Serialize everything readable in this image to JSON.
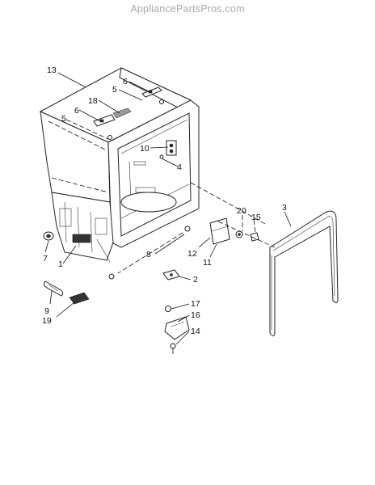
{
  "watermark": "AppliancePartsPros.com",
  "callouts": [
    {
      "id": "13",
      "text": "13"
    },
    {
      "id": "6a",
      "text": "6"
    },
    {
      "id": "5a",
      "text": "5"
    },
    {
      "id": "18",
      "text": "18"
    },
    {
      "id": "6b",
      "text": "6"
    },
    {
      "id": "5b",
      "text": "5"
    },
    {
      "id": "10",
      "text": "10"
    },
    {
      "id": "4",
      "text": "4"
    },
    {
      "id": "3",
      "text": "3"
    },
    {
      "id": "20",
      "text": "20"
    },
    {
      "id": "15",
      "text": "15"
    },
    {
      "id": "7",
      "text": "7"
    },
    {
      "id": "1",
      "text": "1"
    },
    {
      "id": "8",
      "text": "8"
    },
    {
      "id": "12",
      "text": "12"
    },
    {
      "id": "11",
      "text": "11"
    },
    {
      "id": "2",
      "text": "2"
    },
    {
      "id": "9",
      "text": "9"
    },
    {
      "id": "19",
      "text": "19"
    },
    {
      "id": "17",
      "text": "17"
    },
    {
      "id": "16",
      "text": "16"
    },
    {
      "id": "14",
      "text": "14"
    }
  ]
}
